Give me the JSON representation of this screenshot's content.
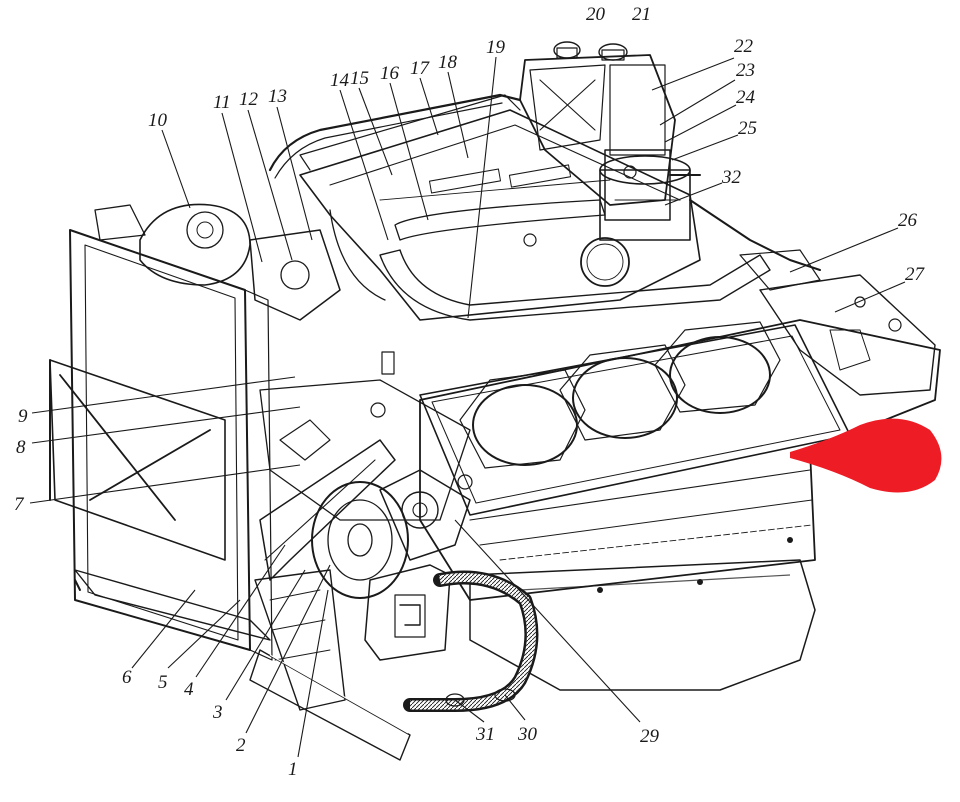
{
  "diagram": {
    "callouts": [
      {
        "label": "1"
      },
      {
        "label": "2"
      },
      {
        "label": "3"
      },
      {
        "label": "4"
      },
      {
        "label": "5"
      },
      {
        "label": "6"
      },
      {
        "label": "7"
      },
      {
        "label": "8"
      },
      {
        "label": "9"
      },
      {
        "label": "10"
      },
      {
        "label": "11"
      },
      {
        "label": "12"
      },
      {
        "label": "13"
      },
      {
        "label": "14"
      },
      {
        "label": "15"
      },
      {
        "label": "16"
      },
      {
        "label": "17"
      },
      {
        "label": "18"
      },
      {
        "label": "19"
      },
      {
        "label": "20"
      },
      {
        "label": "21"
      },
      {
        "label": "22"
      },
      {
        "label": "23"
      },
      {
        "label": "24"
      },
      {
        "label": "25"
      },
      {
        "label": "26"
      },
      {
        "label": "27"
      },
      {
        "label": "29"
      },
      {
        "label": "30"
      },
      {
        "label": "31"
      },
      {
        "label": "32"
      }
    ],
    "highlight_color": "#ee1c25",
    "ink_color": "#1a1a1a"
  }
}
